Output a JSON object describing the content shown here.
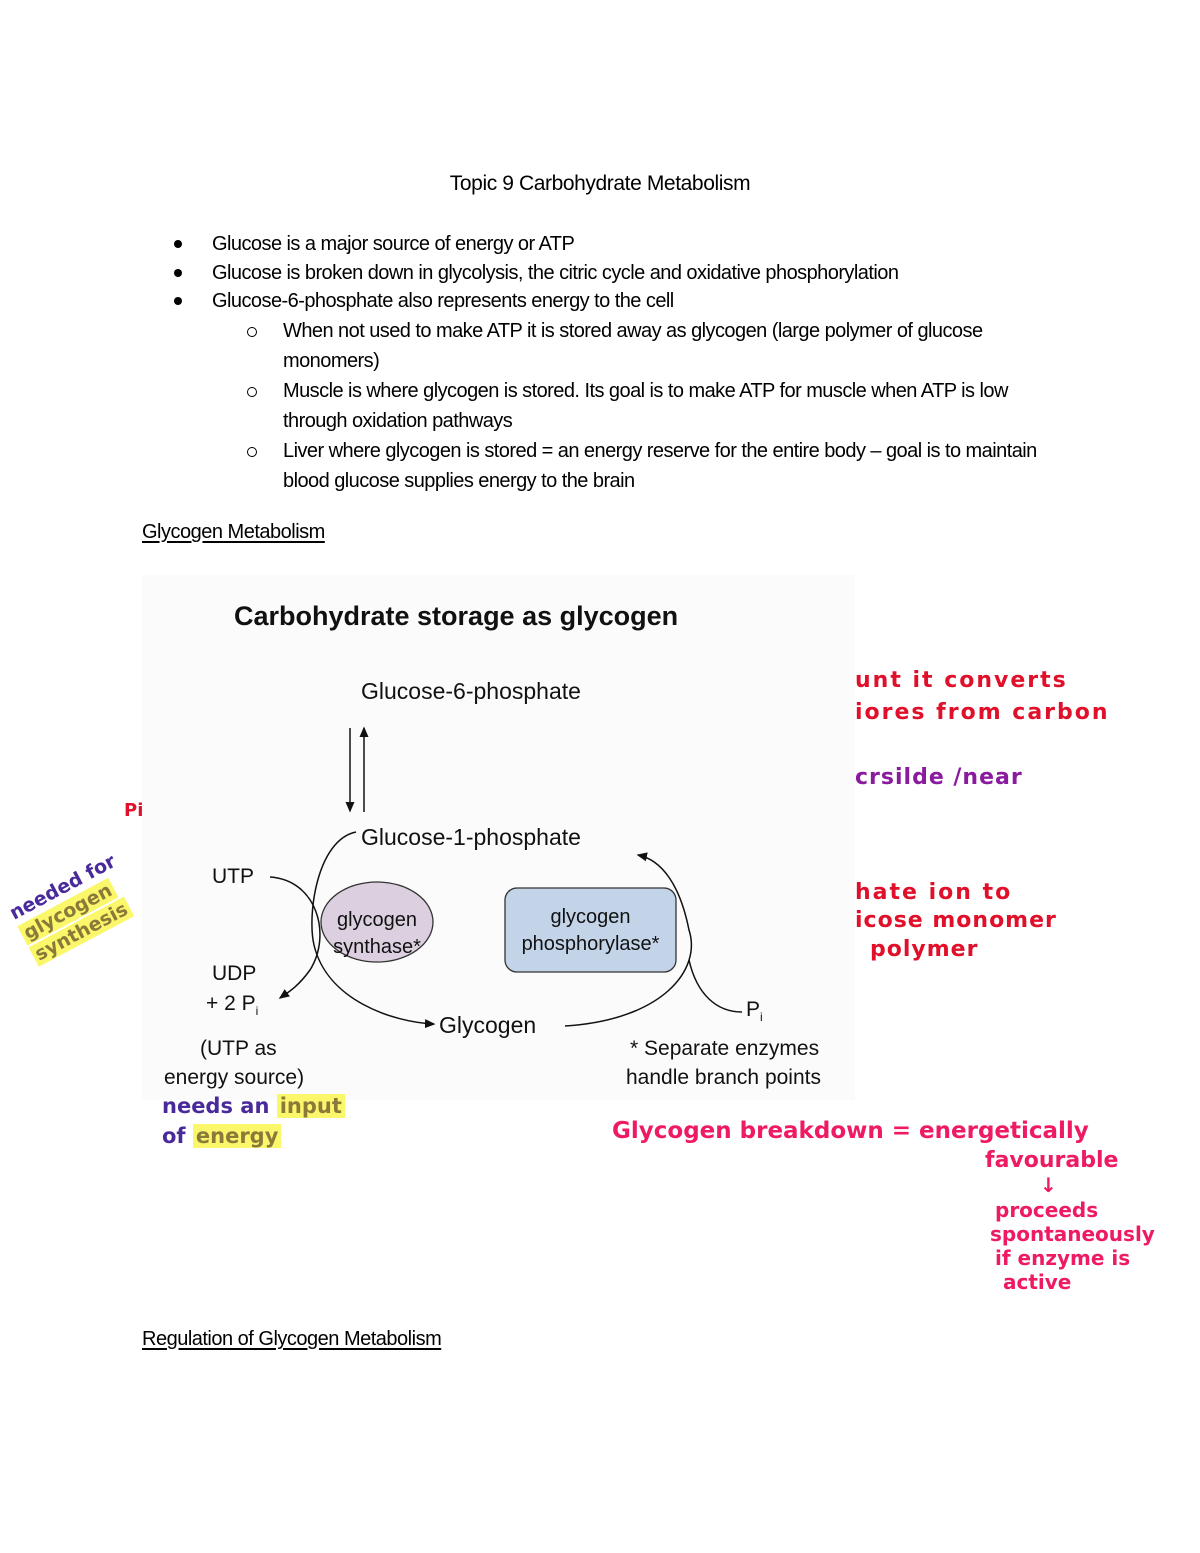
{
  "document": {
    "title": "Topic 9 Carbohydrate Metabolism",
    "bullets": [
      "Glucose is a major source of energy or ATP",
      "Glucose is broken down in glycolysis, the citric cycle and oxidative phosphorylation",
      "Glucose-6-phosphate also represents energy to the cell"
    ],
    "sub_bullets": [
      "When not used to make ATP it is stored away as glycogen (large polymer of glucose monomers)",
      "Muscle is where glycogen is stored. Its goal is to make ATP for muscle when ATP is low through oxidation pathways",
      "Liver where glycogen is stored = an energy reserve for the entire body – goal is to maintain blood glucose supplies energy to the brain"
    ],
    "section1_heading": "Glycogen Metabolism",
    "section2_heading": "Regulation of Glycogen Metabolism"
  },
  "diagram": {
    "title": "Carbohydrate storage as glycogen",
    "g6p": "Glucose-6-phosphate",
    "g1p": "Glucose-1-phosphate",
    "utp": "UTP",
    "udp": "UDP",
    "udp_pi": "+ 2 P",
    "pi_sub": "i",
    "glycogen": "Glycogen",
    "pi": "P",
    "synthase_line1": "glycogen",
    "synthase_line2": "synthase*",
    "phosphorylase_line1": "glycogen",
    "phosphorylase_line2": "phosphorylase*",
    "utp_note_line1": "(UTP as",
    "utp_note_line2": "energy source)",
    "footnote_line1": "* Separate enzymes",
    "footnote_line2": "handle branch points",
    "colors": {
      "synthase_fill": "#dcd0e0",
      "phosphorylase_fill": "#c3d4e8"
    }
  },
  "annotations": {
    "right_red_1": "unt it converts",
    "right_red_2": "iores from carbon",
    "right_purple": "crsilde /near",
    "right_red_3": "hate ion to",
    "right_red_4": "icose monomer",
    "right_red_5": "polymer",
    "left_pi": "Pi",
    "left_1": "needed for",
    "left_2": "glycogen",
    "left_3": "synthesis",
    "below_1a": "needs an",
    "below_1b": "input",
    "below_2a": "of",
    "below_2b": "energy",
    "pink_1": "Glycogen breakdown = energetically",
    "pink_2": "favourable",
    "pink_arrow": "↓",
    "pink_3": "proceeds",
    "pink_4": "spontaneously",
    "pink_5": "if enzyme is",
    "pink_6": "active"
  }
}
